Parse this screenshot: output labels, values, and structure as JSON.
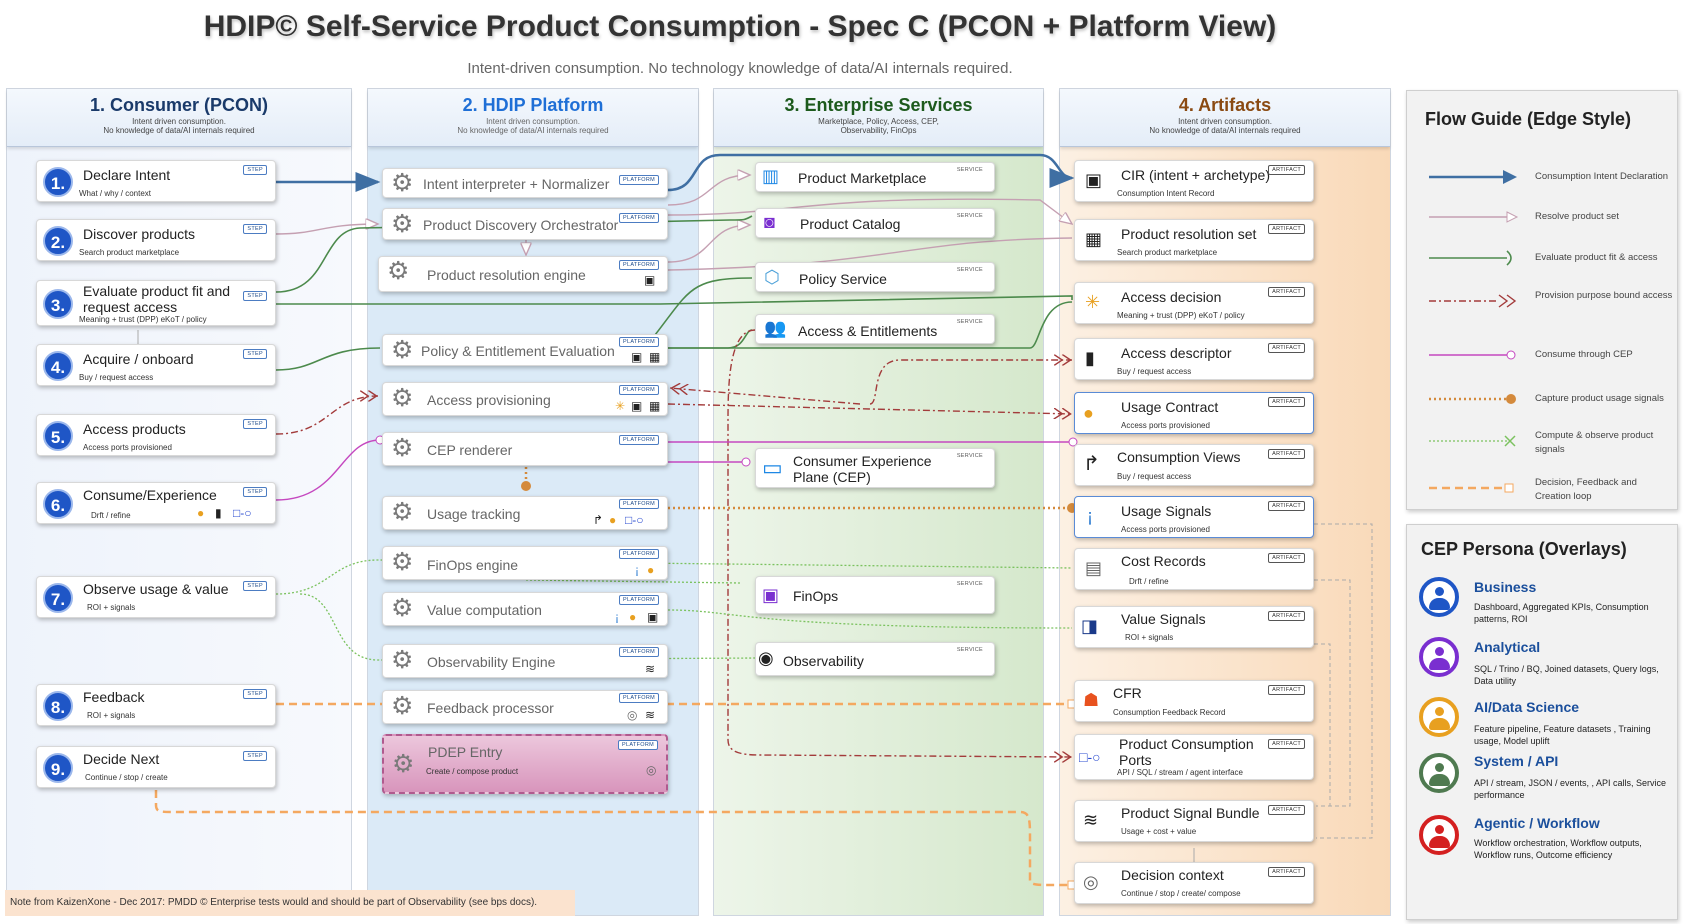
{
  "title": "HDIP© Self-Service Product Consumption - Spec C (PCON + Platform View)",
  "subtitle": "Intent-driven consumption. No technology knowledge of data/AI internals required.",
  "colors": {
    "intent": "#3f6fa3",
    "resolve": "#c5a0b2",
    "evaluate": "#4c8a4c",
    "provision": "#a33b3b",
    "consume": "#c548c0",
    "capture": "#d48a3c",
    "compute": "#7bc25f",
    "decision": "#f4a860"
  },
  "lanes": {
    "consumer": {
      "title": "1. Consumer (PCON)",
      "sub": "Intent driven consumption.\nNo knowledge of data/AI internals required"
    },
    "platform": {
      "title": "2. HDIP Platform",
      "sub": "Intent driven consumption.\nNo knowledge of data/AI internals required"
    },
    "enterprise": {
      "title": "3. Enterprise Services",
      "sub": "Marketplace, Policy, Access, CEP,\nObservability, FinOps"
    },
    "artifacts": {
      "title": "4. Artifacts",
      "sub": "Intent driven consumption.\nNo knowledge of data/AI internals required"
    }
  },
  "badges": {
    "step": "STEP",
    "platform": "PLATFORM",
    "service": "SERVICE",
    "artifact": "ARTIFACT"
  },
  "steps": [
    {
      "num": "1.",
      "title": "Declare Intent",
      "sub": "What / why / context"
    },
    {
      "num": "2.",
      "title": "Discover products",
      "sub": "Search  product marketplace"
    },
    {
      "num": "3.",
      "title": "Evaluate product fit and request access",
      "sub": "Meaning  + trust (DPP) eKoT / policy"
    },
    {
      "num": "4.",
      "title": "Acquire / onboard",
      "sub": "Buy / request access"
    },
    {
      "num": "5.",
      "title": "Access products",
      "sub": "Access  ports provisioned"
    },
    {
      "num": "6.",
      "title": "Consume/Experience",
      "sub": "Drft / refine"
    },
    {
      "num": "7.",
      "title": "Observe usage & value",
      "sub": "ROI + signals"
    },
    {
      "num": "8.",
      "title": "Feedback",
      "sub": "ROI + signals"
    },
    {
      "num": "9.",
      "title": "Decide Next",
      "sub": "Continue / stop / create"
    }
  ],
  "platform_nodes": [
    {
      "title": "Intent interpreter + Normalizer"
    },
    {
      "title": "Product Discovery Orchestrator"
    },
    {
      "title": "Product resolution engine"
    },
    {
      "title": "Policy & Entitlement Evaluation"
    },
    {
      "title": "Access provisioning"
    },
    {
      "title": "CEP renderer"
    },
    {
      "title": "Usage tracking"
    },
    {
      "title": "FinOps engine"
    },
    {
      "title": "Value computation"
    },
    {
      "title": "Observability Engine"
    },
    {
      "title": "Feedback processor"
    },
    {
      "title": "PDEP Entry",
      "sub": "Create / compose product"
    }
  ],
  "services": [
    {
      "title": "Product Marketplace",
      "icon": "store-icon"
    },
    {
      "title": "Product Catalog",
      "icon": "catalog-icon"
    },
    {
      "title": "Policy Service",
      "icon": "policy-icon"
    },
    {
      "title": "Access & Entitlements",
      "icon": "users-icon"
    },
    {
      "title": "Consumer Experience Plane (CEP)",
      "icon": "monitor-icon"
    },
    {
      "title": "FinOps",
      "icon": "finops-icon"
    },
    {
      "title": "Observability",
      "icon": "eye-icon"
    }
  ],
  "artifacts": [
    {
      "title": "CIR (intent + archetype)",
      "sub": "Consumption Intent Record"
    },
    {
      "title": "Product resolution set",
      "sub": "Search  product marketplace"
    },
    {
      "title": "Access decision",
      "sub": "Meaning  + trust (DPP) eKoT / policy"
    },
    {
      "title": "Access descriptor",
      "sub": "Buy / request access"
    },
    {
      "title": "Usage Contract",
      "sub": "Access  ports provisioned"
    },
    {
      "title": "Consumption Views",
      "sub": "Buy / request access"
    },
    {
      "title": "Usage Signals",
      "sub": "Access  ports provisioned"
    },
    {
      "title": "Cost Records",
      "sub": "Drft / refine"
    },
    {
      "title": "Value Signals",
      "sub": "ROI + signals"
    },
    {
      "title": "CFR",
      "sub": "Consumption Feedback Record"
    },
    {
      "title": "Product Consumption Ports",
      "sub": "API / SQL / stream / agent interface"
    },
    {
      "title": "Product Signal Bundle",
      "sub": "Usage + cost + value"
    },
    {
      "title": "Decision context",
      "sub": "Continue / stop / create/ compose"
    }
  ],
  "flow_guide": {
    "title": "Flow Guide (Edge Style)",
    "items": [
      "Consumption Intent Declaration",
      "Resolve product set",
      "Evaluate product fit & access",
      "Provision purpose  bound access",
      "Consume  through CEP",
      "Capture product usage signals",
      "Compute &  observe product signals",
      "Decision, Feedback and Creation loop"
    ]
  },
  "personas": {
    "title": "CEP Persona (Overlays)",
    "items": [
      {
        "name": "Business",
        "desc": "Dashboard,  Aggregated KPIs, Consumption patterns, ROI",
        "color": "#1f56c6"
      },
      {
        "name": "Analytical",
        "desc": "SQL / Trino / BQ, Joined datasets, Query logs, Data utility",
        "color": "#7a2fd0"
      },
      {
        "name": "AI/Data Science",
        "desc": "Feature pipeline, Feature datasets , Training usage, Model uplift",
        "color": "#e8a020"
      },
      {
        "name": "System / API",
        "desc": "API / stream, JSON / events, , API calls, Service performance",
        "color": "#4f7a50"
      },
      {
        "name": "Agentic / Workflow",
        "desc": "Workflow orchestration, Workflow outputs, Workflow runs, Outcome efficiency",
        "color": "#d42020"
      }
    ]
  },
  "note": "Note from KaizenXone - Dec 2017: PMDD © Enterprise tests would and should be part of Observability (see bps docs)."
}
